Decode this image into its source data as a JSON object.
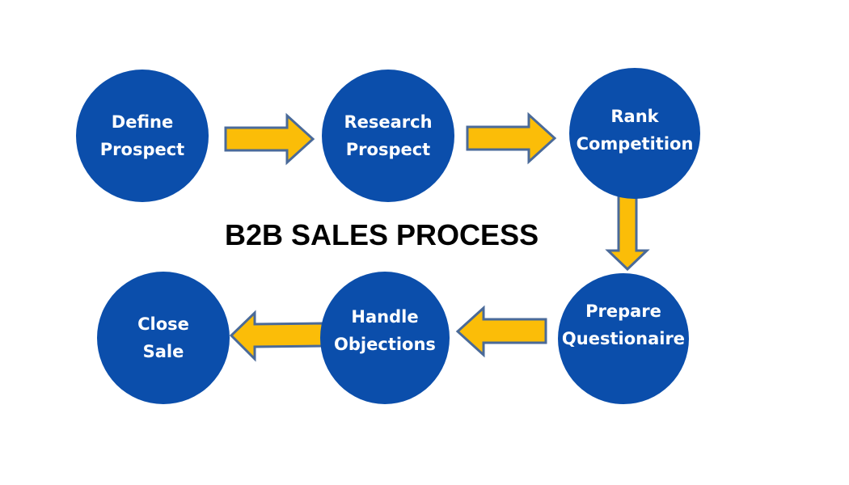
{
  "title": "B2B SALES PROCESS",
  "colors": {
    "node_fill": "#0b4eab",
    "node_text": "#ffffff",
    "arrow_fill": "#fbbd08",
    "arrow_stroke": "#4a6a99",
    "title_text": "#000000"
  },
  "steps": [
    {
      "line1": "Define",
      "line2": "Prospect"
    },
    {
      "line1": "Research",
      "line2": "Prospect"
    },
    {
      "line1": "Rank",
      "line2": "Competition"
    },
    {
      "line1": "Prepare",
      "line2": "Questionaire"
    },
    {
      "line1": "Handle",
      "line2": "Objections"
    },
    {
      "line1": "Close",
      "line2": "Sale"
    }
  ],
  "connections": [
    {
      "from": "Define Prospect",
      "to": "Research Prospect",
      "direction": "right"
    },
    {
      "from": "Research Prospect",
      "to": "Rank Competition",
      "direction": "right"
    },
    {
      "from": "Rank Competition",
      "to": "Prepare Questionaire",
      "direction": "down"
    },
    {
      "from": "Prepare Questionaire",
      "to": "Handle Objections",
      "direction": "left"
    },
    {
      "from": "Handle Objections",
      "to": "Close Sale",
      "direction": "left"
    }
  ]
}
